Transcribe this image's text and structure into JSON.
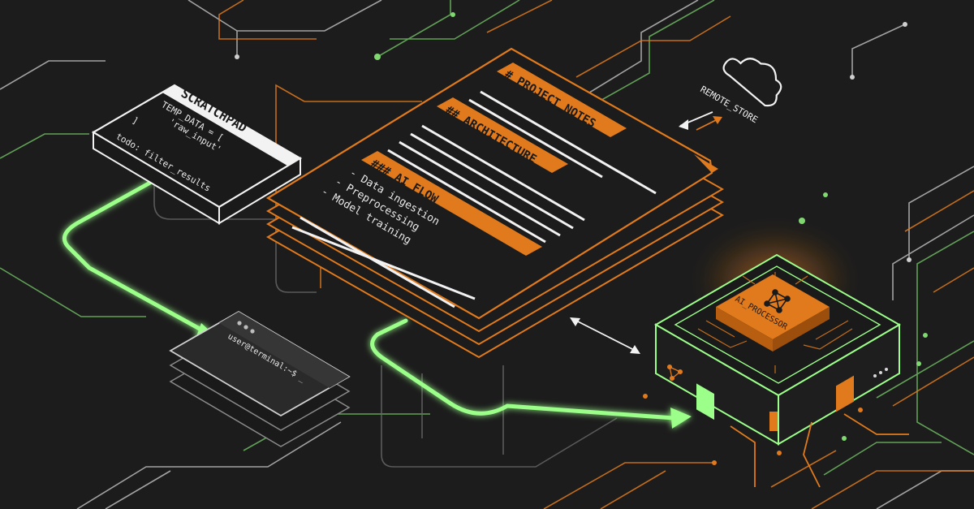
{
  "scratchpad": {
    "title": "SCRATCHPAD",
    "lines": [
      "TEMP_DATA = [",
      "'raw_input'",
      "]",
      "todo: filter_results"
    ]
  },
  "notes": {
    "heading1": "# PROJECT_NOTES",
    "heading2": "## ARCHITECTURE",
    "heading3": "### AI_FLOW",
    "items": [
      "- Data ingestion",
      "- Preprocessing",
      "- Model training"
    ]
  },
  "remote": {
    "label": "REMOTE_STORE",
    "icon": "cloud-icon"
  },
  "terminal": {
    "prompt": "user@terminal:~$ _"
  },
  "processor": {
    "label": "AI_PROCESSOR",
    "icon": "neural-network-icon"
  },
  "colors": {
    "background": "#1c1c1c",
    "orange": "#e07a1c",
    "green": "#9bff8a",
    "white": "#f2f2f2",
    "grey_line": "#8a8a8a"
  }
}
